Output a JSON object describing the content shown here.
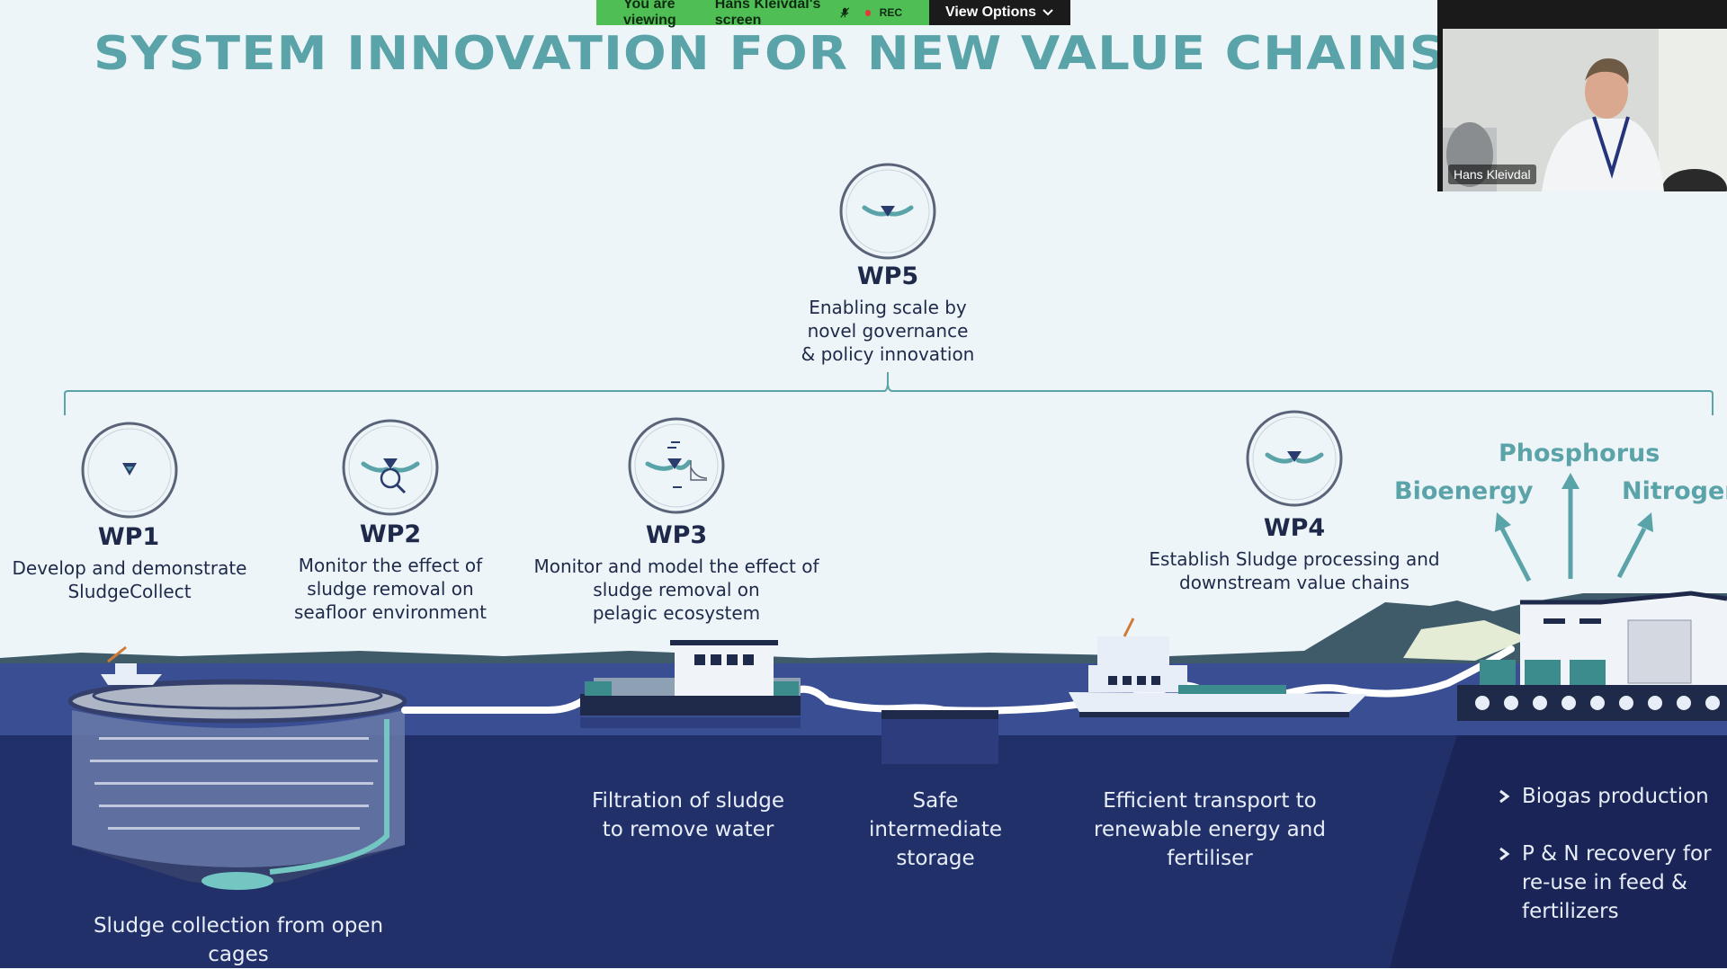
{
  "share_banner": {
    "viewing_label": "You are viewing",
    "presenter": "Hans Kleivdal's screen",
    "rec_label": "REC",
    "view_options_label": "View Options"
  },
  "slide": {
    "title": "SYSTEM INNOVATION FOR NEW VALUE CHAINS",
    "wp5": {
      "label": "WP5",
      "lines": [
        "Enabling scale by",
        "novel governance",
        "& policy innovation"
      ]
    },
    "wp1": {
      "label": "WP1",
      "lines": [
        "Develop and demonstrate",
        "SludgeCollect"
      ]
    },
    "wp2": {
      "label": "WP2",
      "lines": [
        "Monitor the effect of",
        "sludge removal on",
        "seafloor environment"
      ]
    },
    "wp3": {
      "label": "WP3",
      "lines": [
        "Monitor and model the effect of",
        "sludge removal on",
        "pelagic ecosystem"
      ]
    },
    "wp4": {
      "label": "WP4",
      "lines": [
        "Establish Sludge processing and",
        "downstream value chains"
      ]
    },
    "nutrients": {
      "phosphorus": "Phosphorus",
      "bioenergy": "Bioenergy",
      "nitrogen": "Nitrogen"
    },
    "captions": {
      "collection": "Sludge collection from open cages",
      "filtration": [
        "Filtration of sludge",
        "to remove water"
      ],
      "storage": [
        "Safe",
        "intermediate",
        "storage"
      ],
      "transport": [
        "Efficient transport to",
        "renewable energy and",
        "fertiliser"
      ]
    },
    "bullets": [
      [
        "Biogas production"
      ],
      [
        "P & N recovery for",
        "re-use in feed &",
        "fertilizers"
      ]
    ]
  },
  "video": {
    "participant_name": "Hans Kleivdal"
  },
  "colors": {
    "teal": "#5aa3a8",
    "navy": "#1f2a4a",
    "sea": "#3a4f93",
    "deep_sea": "#22306a",
    "banner_green": "#4fbf55"
  }
}
